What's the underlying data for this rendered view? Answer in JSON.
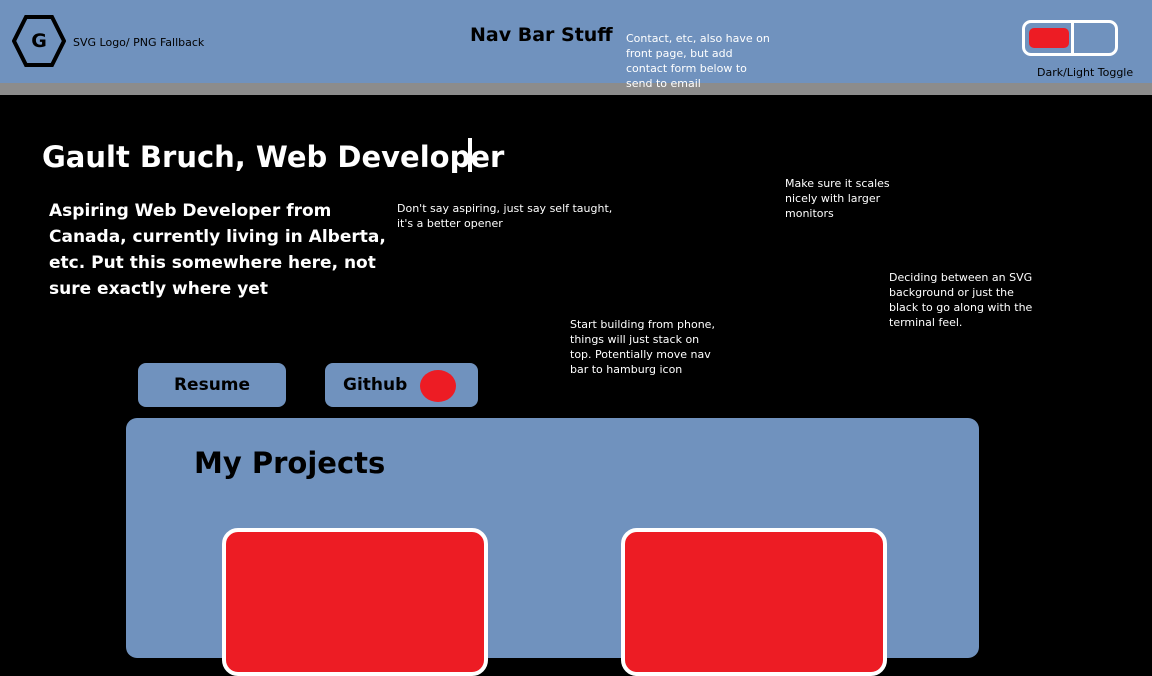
{
  "nav": {
    "logo_letter": "G",
    "logo_caption": "SVG Logo/ PNG Fallback",
    "title": "Nav Bar Stuff",
    "note": "Contact, etc, also have on front page, but add contact form below to send to email",
    "toggle_label": "Dark/Light Toggle"
  },
  "hero": {
    "title": "Gault Bruch, Web Developer",
    "subtitle": "Aspiring Web Developer from Canada, currently living in Alberta, etc. Put this somewhere here, not sure exactly where yet"
  },
  "notes": {
    "opener": "Don't say aspiring, just say self taught, it's a better opener",
    "scaling": "Make sure it scales nicely with larger monitors",
    "background": "Deciding between an SVG background or just the black to go along with the terminal feel.",
    "mobile": "Start building from phone, things will just stack on top. Potentially move nav bar to hamburg icon"
  },
  "buttons": {
    "resume": "Resume",
    "github": "Github"
  },
  "projects": {
    "title": "My Projects"
  },
  "colors": {
    "nav_bg": "#7092be",
    "accent": "#ed1c24",
    "page_bg": "#000000"
  }
}
